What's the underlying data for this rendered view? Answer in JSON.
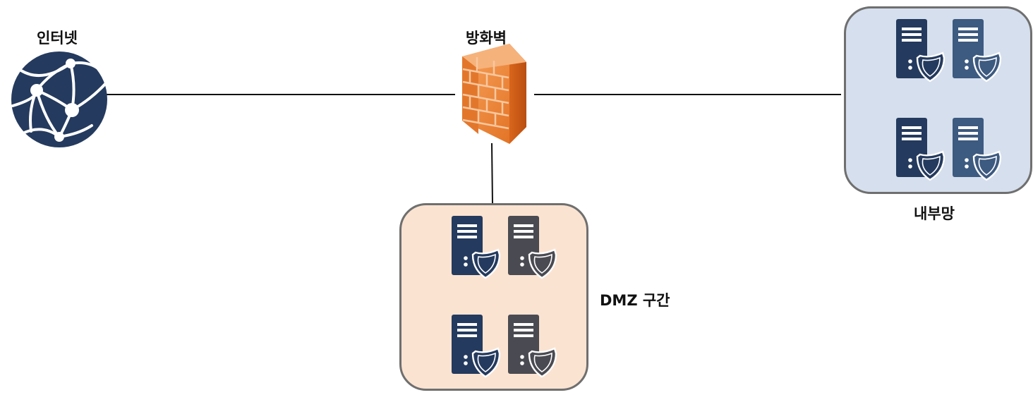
{
  "labels": {
    "internet": "인터넷",
    "firewall": "방화벽",
    "internal": "내부망",
    "dmz": "DMZ 구간"
  },
  "colors": {
    "server_navy": "#243a5e",
    "server_slate": "#3d5a80",
    "server_charcoal": "#4a4a52",
    "dmz_fill": "#fbe3d1",
    "internal_fill": "#d6dfed",
    "zone_border": "#6f6f6f",
    "firewall_orange": "#f08a3c",
    "globe": "#243a5e"
  },
  "zones": [
    {
      "name": "dmz",
      "server_count": 4
    },
    {
      "name": "internal",
      "server_count": 4
    }
  ]
}
